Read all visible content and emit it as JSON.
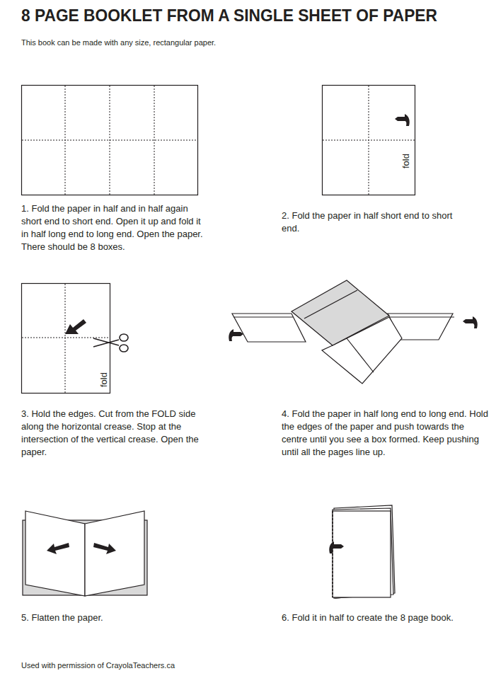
{
  "diagram": {
    "title": "8 PAGE BOOKLET FROM A SINGLE SHEET OF PAPER",
    "labels": [
      "This book can be made with any size, rectangular paper.",
      "1. Fold the paper in half and in half again short end to short end. Open it up and fold it in half long end to long end. Open the paper. There should be 8 boxes.",
      "2. Fold the paper in half  short end to short end.",
      "fold",
      "3. Hold the edges. Cut from the FOLD side along the horizontal crease. Stop at the intersection of the vertical crease. Open the paper.",
      "fold",
      "4. Fold the paper in half long end to long end. Hold the edges of the paper and push towards the centre until you see a box formed. Keep pushing until all the pages line up.",
      "5. Flatten the paper.",
      "6. Fold it in half to create the 8 page book.",
      "Used with permission of CrayolaTeachers.ca"
    ]
  }
}
